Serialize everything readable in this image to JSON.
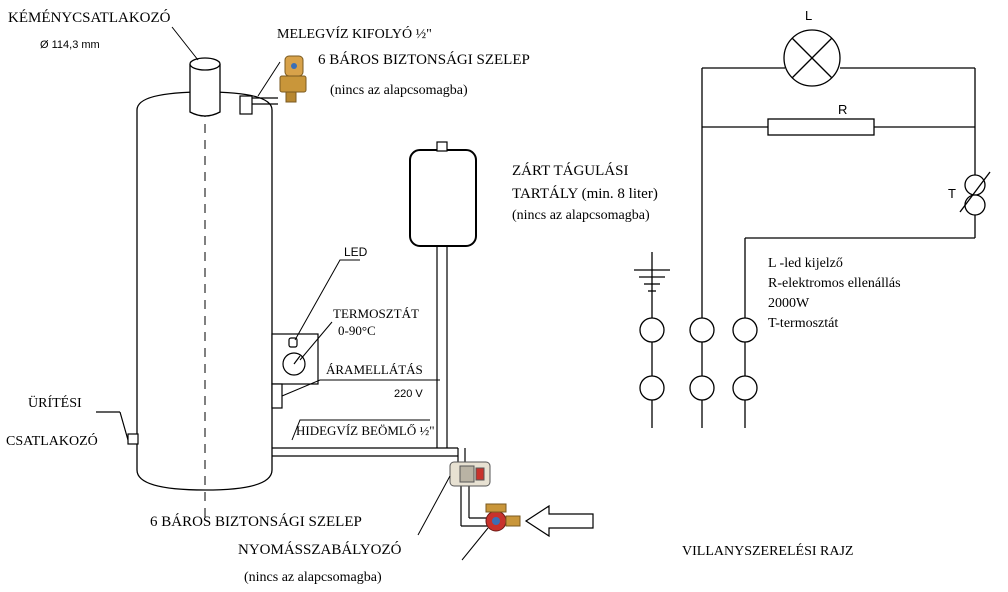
{
  "labels": {
    "chimney_connector": "KÉMÉNYCSATLAKOZÓ",
    "chimney_diameter": "Ø 114,3 mm",
    "hot_water_outlet": "MELEGVÍZ KIFOLYÓ ½\"",
    "safety_valve_top": "6 BÁROS BIZTONSÁGI SZELEP",
    "not_included_top": "(nincs az alapcsomagba)",
    "expansion_tank_line1": "ZÁRT TÁGULÁSI",
    "expansion_tank_line2": "TARTÁLY (min. 8 liter)",
    "not_included_tank": "(nincs az alapcsomagba)",
    "led": "LED",
    "thermostat": "TERMOSZTÁT",
    "thermostat_range": "0-90°C",
    "power_supply": "ÁRAMELLÁTÁS",
    "voltage": "220 V",
    "drain_line1": "ÜRÍTÉSI",
    "drain_line2": "CSATLAKOZÓ",
    "cold_water_inlet": "HIDEGVÍZ BEÖMLŐ ½\"",
    "safety_valve_bottom": "6 BÁROS BIZTONSÁGI SZELEP",
    "pressure_regulator": "NYOMÁSSZABÁLYOZÓ",
    "not_included_bottom": "(nincs az alapcsomagba)"
  },
  "wiring": {
    "lamp_label": "L",
    "resistor_label": "R",
    "thermostat_label": "T",
    "legend": [
      "L -led kijelző",
      "R-elektromos ellenállás",
      "2000W",
      "T-termosztát"
    ],
    "title": "VILLANYSZERELÉSI RAJZ"
  },
  "colors": {
    "line": "#000000",
    "valve_brass": "#c9963a",
    "valve_red": "#c8322c",
    "valve_blue": "#3b6fb6",
    "background": "#ffffff"
  }
}
